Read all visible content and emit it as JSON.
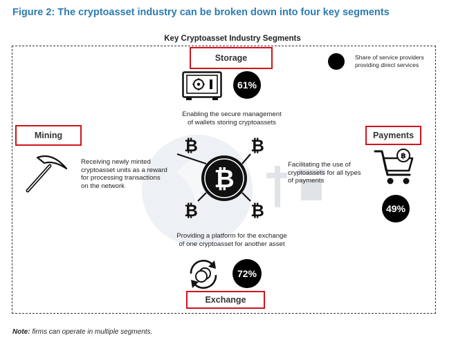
{
  "figure": {
    "title": "Figure 2: The cryptoasset industry can be broken down into four key segments",
    "diagram_title": "Key Cryptoasset Industry Segments",
    "note_label": "Note:",
    "note_text": " firms can operate in multiple segments."
  },
  "legend": {
    "line1": "Share of service providers",
    "line2": "providing direct services"
  },
  "segments": {
    "storage": {
      "label": "Storage",
      "percent": "61%",
      "desc": [
        "Enabling the secure management",
        "of wallets storing cryptoassets"
      ]
    },
    "mining": {
      "label": "Mining",
      "desc": [
        "Receiving newly minted",
        "cryptoasset units as a reward",
        "for processing transactions",
        "on the network"
      ]
    },
    "payments": {
      "label": "Payments",
      "percent": "49%",
      "desc": [
        "Facilitating the use of",
        "cryptoassets for all types",
        "of payments"
      ]
    },
    "exchange": {
      "label": "Exchange",
      "percent": "72%",
      "desc": [
        "Providing a platform for the exchange",
        "of one cryptoasset for another asset"
      ]
    }
  },
  "colors": {
    "title_blue": "#2c7bb0",
    "highlight_red": "#d0121b",
    "dark": "#000000"
  },
  "icons": {
    "storage": "safe-icon",
    "mining": "pickaxe-icon",
    "payments": "shopping-cart-icon",
    "exchange": "exchange-arrows-icon",
    "center": "bitcoin-icon"
  }
}
